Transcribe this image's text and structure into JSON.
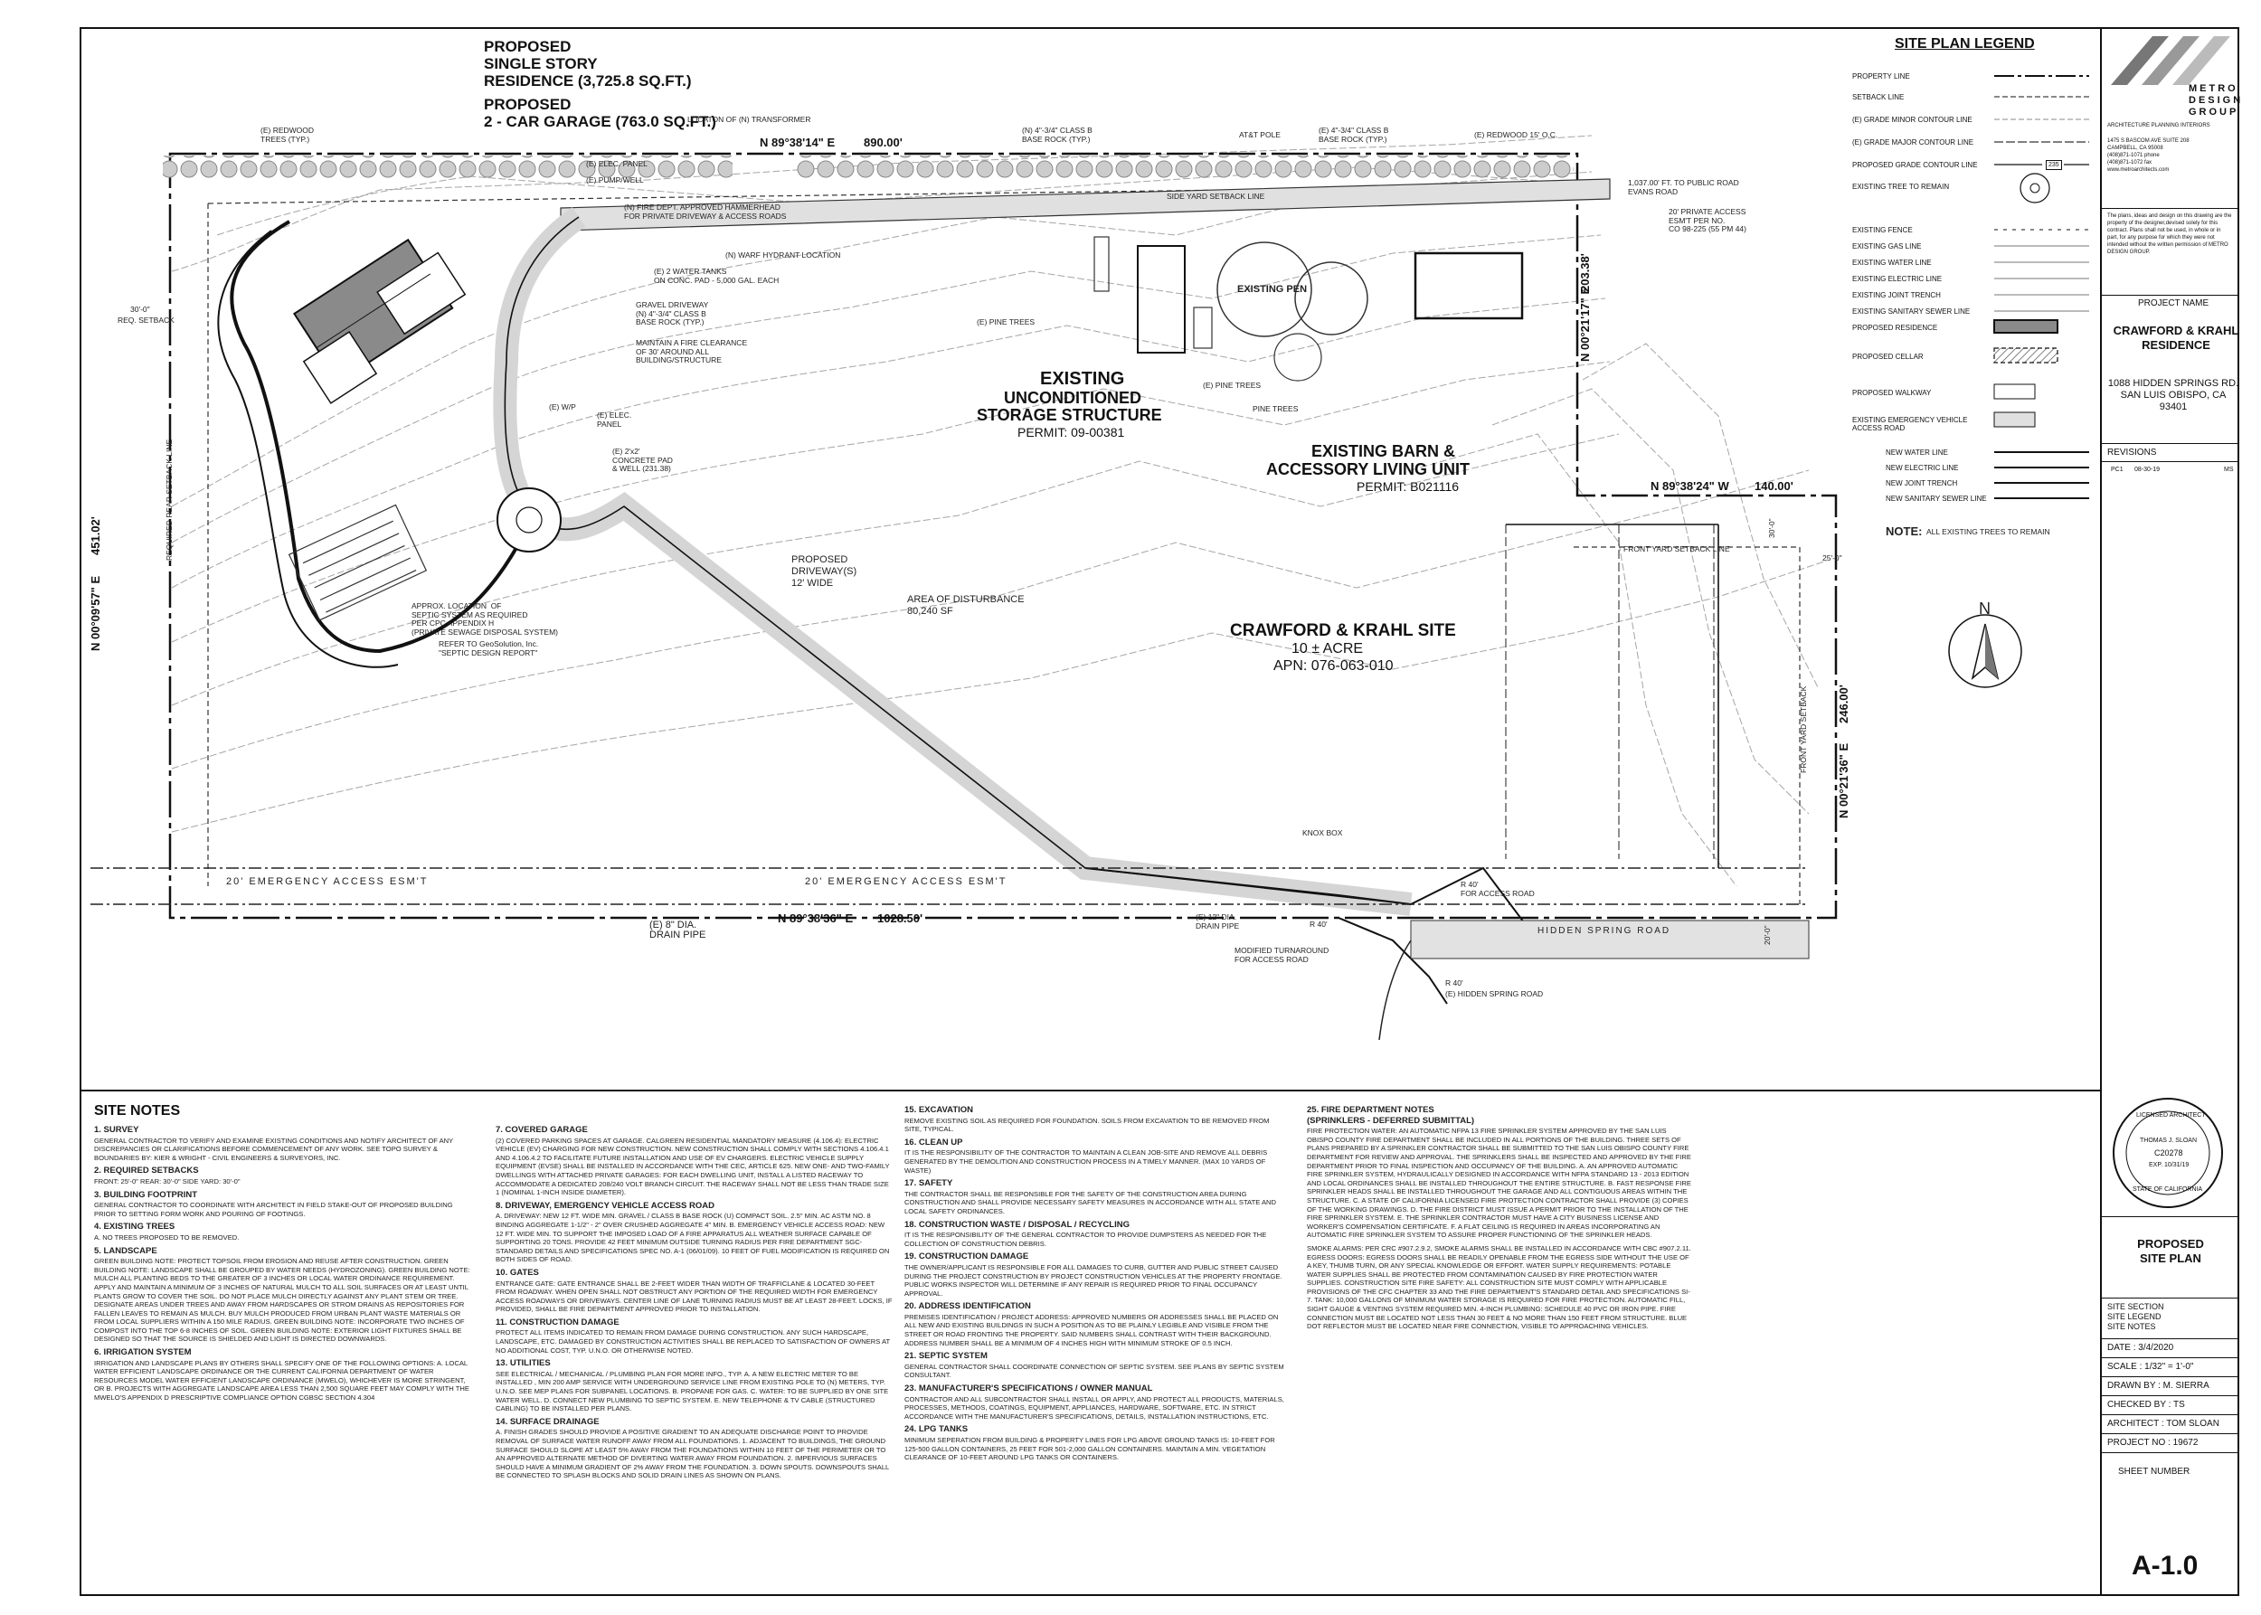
{
  "titles": {
    "residence_l1": "PROPOSED",
    "residence_l2": "SINGLE STORY",
    "residence_l3": "RESIDENCE (3,725.8 SQ.FT.)",
    "garage_l1": "PROPOSED",
    "garage_l2": "2 - CAR GARAGE (763.0 SQ.FT.)",
    "storage_l1": "EXISTING",
    "storage_l2": "UNCONDITIONED",
    "storage_l3": "STORAGE STRUCTURE",
    "storage_permit": "PERMIT: 09-00381",
    "barn_l1": "EXISTING BARN &",
    "barn_l2": "ACCESSORY LIVING UNIT",
    "barn_permit": "PERMIT: B021116",
    "site_name": "CRAWFORD & KRAHL SITE",
    "site_acre": "10 ± ACRE",
    "site_apn": "APN: 076-063-010",
    "existing_pen": "EXISTING PEN"
  },
  "dimensions": {
    "north_top": "N 89°38'14\" E",
    "north_top_len": "890.00'",
    "east_upper": "N 00°21'17\" E",
    "east_upper_len": "203.38'",
    "step": "N 89°38'24\" W",
    "step_len": "140.00'",
    "east_lower": "N 00°21'36\" E",
    "east_lower_len": "246.00'",
    "south": "N 89°38'36\" E",
    "south_len": "1028.50'",
    "west": "N 00°09'57\" E",
    "west_len": "451.02'"
  },
  "annotations": {
    "redwood_trees": "(E) REDWOOD\nTREES (TYP.)",
    "transformer": "LOCATON OF (N) TRANSFORMER",
    "elec_panel": "(E) ELEC. PANEL",
    "pump_well": "(E) PUMP/WELL",
    "class_b_rock": "(N) 4\"-3/4\" CLASS B\nBASE ROCK (TYP.)",
    "att_pole": "AT&T POLE",
    "e_class_b_rock": "(E) 4\"-3/4\" CLASS B\nBASE ROCK (TYP.)",
    "redwood_oc": "(E) REDWOOD 15' O.C.",
    "side_yard_setback": "SIDE YARD SETBACK LINE",
    "private_access": "20' PRIVATE ACCESS\nESM'T PER NO.\nCO 98-225 (55 PM 44)",
    "evans_road": "1,037.00' FT. TO PUBLIC ROAD\nEVANS ROAD",
    "hammerhead": "(N) FIRE DEPT. APPROVED HAMMERHEAD\nFOR PRIVATE DRIVEWAY & ACCESS ROADS",
    "hydrant": "(N) WARF HYDRANT LOCATION",
    "water_tanks": "(E) 2 WATER TANKS\nON CONC. PAD - 5,000 GAL. EACH",
    "gravel_driveway": "GRAVEL DRIVEWAY\n(N) 4\"-3/4\" CLASS B\nBASE ROCK (TYP.)",
    "fire_clearance": "MAINTAIN A FIRE CLEARANCE\nOF 30' AROUND ALL\nBUILDING/STRUCTURE",
    "pine_trees": "(E) PINE TREES",
    "pine_trees2": "(E) PINE TREES",
    "pine_trees3": "PINE TREES",
    "wp": "(E) W/P",
    "elec_panel2": "(E) ELEC.\nPANEL",
    "conc_pad": "(E) 2'x2'\nCONCRETE PAD\n& WELL (231.38)",
    "rear_setback": "REQUIRED REAR SETBACK LINE",
    "req_setback": "REQ. SETBACK",
    "thirty_ft": "30'-0\"",
    "septic": "APPROX. LOCATION  OF\nSEPTIC SYSTEM AS REQUIRED\nPER CPC APPENDIX H\n(PRIVATE SEWAGE DISPOSAL SYSTEM)",
    "septic_ref": "REFER TO GeoSolution, Inc.\n\"SEPTIC DESIGN REPORT\"",
    "proposed_driveway": "PROPOSED\nDRIVEWAY(S)\n12' WIDE",
    "disturbance": "AREA OF DISTURBANCE\n80,240 SF",
    "front_yard_setback": "FRONT YARD SETBACK LINE",
    "front_yard_setback_v": "FRONT YARD SETBACK",
    "twentyfive_ft": "25'-0\"",
    "thirty_ft2": "30'-0\"",
    "knox_box": "KNOX BOX",
    "emergency_esmt": "20' EMERGENCY ACCESS ESM'T",
    "emergency_esmt2": "20' EMERGENCY ACCESS ESM'T",
    "r40_access": "R 40'\nFOR ACCESS ROAD",
    "hidden_spring": "HIDDEN SPRING ROAD",
    "drain_pipe": "(E) 8\" DIA.\nDRAIN PIPE",
    "drain_pipe2": "(E) 12\" DIA.\nDRAIN PIPE",
    "turnaround": "MODIFIED TURNAROUND\nFOR ACCESS ROAD",
    "r40": "R 40'",
    "r40b": "R 40'",
    "e_hidden_spring": "(E) HIDDEN SPRING ROAD",
    "front_yard_vert": "FRONT YARD SETBACK",
    "twenty_ft": "20'-0\"",
    "note_label": "NOTE:",
    "note_text": "ALL EXISTING TREES TO REMAIN",
    "north": "N"
  },
  "legend": {
    "title": "SITE PLAN LEGEND",
    "items": [
      "PROPERTY LINE",
      "SETBACK LINE",
      "(E) GRADE MINOR CONTOUR LINE",
      "(E) GRADE MAJOR CONTOUR LINE",
      "PROPOSED GRADE CONTOUR LINE",
      "EXISTING TREE TO REMAIN",
      "EXISTING FENCE",
      "EXISTING GAS LINE",
      "EXISTING WATER LINE",
      "EXISTING ELECTRIC LINE",
      "EXISTING JOINT TRENCH",
      "EXISTING SANITARY SEWER LINE",
      "PROPOSED RESIDENCE",
      "PROPOSED CELLAR",
      "PROPOSED WALKWAY",
      "EXISTING EMERGENCY VEHICLE\nACCESS ROAD"
    ],
    "new_items": [
      "NEW WATER LINE",
      "NEW ELECTRIC LINE",
      "NEW JOINT TRENCH",
      "NEW SANITARY SEWER LINE"
    ],
    "contour_tag": "235"
  },
  "title_block": {
    "company_l1": "METRO",
    "company_l2": "DESIGN",
    "company_l3": "GROUP",
    "tagline": "ARCHITECTURE  PLANNING  INTERIORS",
    "address": "1475 S BASCOM AVE SUITE 208\nCAMPBELL, CA 95008\n(408)871-1071 phone\n(408)871-1072 fax\nwww.metroarchitects.com",
    "disclaimer": "The plans, ideas and design on this drawing are the property of the designer,devised solely for this contract. Plans shall not be used, in whole or in part, for any purpose for which they were not intended without the written permission of METRO DESIGN GROUP.",
    "project_name_label": "PROJECT NAME",
    "project_name": "CRAWFORD & KRAHL\nRESIDENCE",
    "project_address": "1088 HIDDEN SPRINGS RD.\nSAN LUIS OBISPO, CA\n93401",
    "revisions_label": "REVISIONS",
    "rev1_no": "PC1",
    "rev1_date": "08-30-19",
    "rev1_by": "MS",
    "stamp_top": "LICENSED ARCHITECT",
    "stamp_name": "THOMAS J. SLOAN",
    "stamp_no": "C20278",
    "stamp_exp": "EXP. 10/31/19",
    "stamp_bottom": "STATE OF CALIFORNIA",
    "sheet_title": "PROPOSED\nSITE PLAN",
    "sheet_contents": "SITE SECTION\nSITE LEGEND\nSITE NOTES",
    "date": "DATE  :  3/4/2020",
    "scale": "SCALE  :  1/32\" = 1'-0\"",
    "drawn_by": "DRAWN BY :   M. SIERRA",
    "checked_by": "CHECKED BY :   TS",
    "architect": "ARCHITECT :  TOM SLOAN",
    "project_no": "PROJECT NO :  19672",
    "sheet_number_label": "SHEET NUMBER",
    "sheet_number": "A-1.0"
  },
  "notes": {
    "title": "SITE NOTES",
    "n1_h": "1.  SURVEY",
    "n1": "GENERAL CONTRACTOR TO VERIFY AND EXAMINE EXISTING CONDITIONS AND NOTIFY ARCHITECT OF ANY DISCREPANCIES OR CLARIFICATIONS BEFORE COMMENCEMENT OF ANY WORK. SEE TOPO SURVEY & BOUNDARIES BY: KIER & WRIGHT - CIVIL ENGINEERS & SURVEYORS, INC.",
    "n2_h": "2.  REQUIRED SETBACKS",
    "n2": "FRONT: 25'-0\"   REAR: 30'-0\"   SIDE YARD: 30'-0\"",
    "n3_h": "3.  BUILDING FOOTPRINT",
    "n3": "GENERAL CONTRACTOR TO COORDINATE WITH ARCHITECT IN FIELD STAKE-OUT OF PROPOSED BUILDING PRIOR TO SETTING FORM WORK AND POURING OF FOOTINGS.",
    "n4_h": "4.  EXISTING TREES",
    "n4": "A. NO TREES PROPOSED TO BE REMOVED.",
    "n5_h": "5.  LANDSCAPE",
    "n5": "GREEN BUILDING NOTE: PROTECT TOPSOIL FROM EROSION AND REUSE AFTER CONSTRUCTION. GREEN BUILDING NOTE: LANDSCAPE SHALL BE GROUPED BY WATER NEEDS (HYDROZONING). GREEN BUILDING NOTE: MULCH ALL PLANTING BEDS TO THE GREATER OF 3 INCHES OR LOCAL WATER ORDINANCE REQUIREMENT. APPLY AND MAINTAIN A MINIMUM OF 3 INCHES OF NATURAL MULCH TO ALL SOIL SURFACES OR AT LEAST UNTIL PLANTS GROW TO COVER THE SOIL. DO NOT PLACE MULCH DIRECTLY AGAINST ANY PLANT STEM OR TREE. DESIGNATE AREAS UNDER TREES AND AWAY FROM HARDSCAPES OR STROM DRAINS AS REPOSITORIES FOR FALLEN LEAVES TO REMAIN AS MULCH. BUY MULCH PRODUCED FROM URBAN PLANT WASTE MATERIALS OR FROM LOCAL SUPPLIERS WITHIN A 150 MILE RADIUS. GREEN BUILDING NOTE: INCORPORATE TWO INCHES OF COMPOST INTO THE TOP 6-8 INCHES OF SOIL. GREEN BUILDING NOTE: EXTERIOR LIGHT FIXTURES SHALL BE DESIGNED SO THAT THE SOURCE IS SHIELDED AND LIGHT IS DIRECTED DOWNWARDS.",
    "n6_h": "6.  IRRIGATION SYSTEM",
    "n6": "IRRIGATION AND LANDSCAPE PLANS BY OTHERS SHALL SPECIFY ONE OF THE FOLLOWING OPTIONS: A. LOCAL WATER EFFICIENT LANDSCAPE ORDINANCE OR THE CURRENT CALIFORNIA DEPARTMENT OF WATER RESOURCES MODEL WATER EFFICIENT LANDSCAPE ORDINANCE (MWELO), WHICHEVER IS MORE STRINGENT, OR B. PROJECTS WITH AGGREGATE LANDSCAPE AREA LESS THAN 2,500 SQUARE FEET MAY COMPLY WITH THE MWELO'S APPENDIX D PRESCRIPTIVE COMPLIANCE OPTION  CGBSC SECTION 4.304",
    "n7_h": "7.  COVERED GARAGE",
    "n7": "(2) COVERED PARKING SPACES AT GARAGE. CALGREEN RESIDENTIAL MANDATORY MEASURE (4.106.4): ELECTRIC VEHICLE (EV) CHARGING FOR NEW CONSTRUCTION. NEW CONSTRUCTION SHALL COMPLY WITH SECTIONS 4.106.4.1 AND 4.106.4.2 TO FACILITATE FUTURE INSTALLATION AND USE OF EV CHARGERS. ELECTRIC VEHICLE SUPPLY EQUIPMENT (EVSE) SHALL BE INSTALLED IN ACCORDANCE WITH THE CEC, ARTICLE 625. NEW ONE- AND TWO-FAMILY DWELLINGS WITH ATTACHED PRIVATE GARAGES: FOR EACH DWELLING UNIT, INSTALL A LISTED RACEWAY TO ACCOMMODATE A DEDICATED 208/240 VOLT BRANCH CIRCUIT. THE RACEWAY SHALL NOT BE LESS THAN TRADE SIZE 1 (NOMINAL 1-INCH INSIDE DIAMETER).",
    "n8_h": "8.  DRIVEWAY, EMERGENCY VEHICLE ACCESS ROAD",
    "n8": "A. DRIVEWAY: NEW 12 FT. WIDE MIN. GRAVEL / CLASS B BASE ROCK (U) COMPACT SOIL. 2.5\" MIN. AC ASTM NO. 8 BINDING AGGREGATE 1-1/2\" - 2\" OVER CRUSHED AGGREGATE 4\" MIN. B. EMERGENCY VEHICLE ACCESS ROAD: NEW 12 FT. WIDE MIN. TO SUPPORT THE IMPOSED LOAD OF A FIRE APPARATUS ALL WEATHER SURFACE CAPABLE OF SUPPORTING 20 TONS. PROVIDE 42 FEET MINIMUM OUTSIDE TURNING RADIUS PER FIRE DEPARTMENT SGC-STANDARD DETAILS AND SPECIFICATIONS SPEC NO. A-1 (06/01/09). 10 FEET OF FUEL MODIFICATION IS REQUIRED ON BOTH SIDES OF ROAD.",
    "n10_h": "10.  GATES",
    "n10": "ENTRANCE GATE: GATE ENTRANCE SHALL BE 2-FEET WIDER THAN WIDTH OF TRAFFICLANE & LOCATED 30-FEET FROM ROADWAY. WHEN OPEN SHALL NOT OBSTRUCT ANY PORTION OF THE REQUIRED WIDTH FOR EMERGENCY ACCESS ROADWAYS OR DRIVEWAYS. CENTER LINE OF LANE TURNING RADIUS MUST BE AT LEAST 28-FEET. LOCKS, IF PROVIDED, SHALL BE FIRE DEPARTMENT APPROVED PRIOR TO INSTALLATION.",
    "n11_h": "11.  CONSTRUCTION DAMAGE",
    "n11": "PROTECT ALL ITEMS INDICATED TO REMAIN FROM DAMAGE DURING CONSTRUCTION. ANY SUCH HARDSCAPE, LANDSCAPE, ETC. DAMAGED BY CONSTRUCTION ACTIVITIES SHALL BE REPLACED TO SATISFACTION OF OWNERS AT NO ADDITIONAL COST, TYP. U.N.O. OR OTHERWISE NOTED.",
    "n13_h": "13.  UTILITIES",
    "n13": "SEE ELECTRICAL / MECHANICAL / PLUMBING PLAN FOR MORE INFO., TYP. A. A NEW ELECTRIC METER TO BE INSTALLED , MIN 200 AMP SERVICE WITH UNDERGROUND SERVICE LINE FROM EXISTING POLE TO (N) METERS, TYP. U.N.O. SEE MEP PLANS FOR SUBPANEL LOCATIONS. B. PROPANE FOR GAS. C. WATER: TO BE SUPPLIED BY ONE SITE WATER WELL. D. CONNECT NEW PLUMBING TO SEPTIC SYSTEM. E. NEW TELEPHONE & TV CABLE (STRUCTURED CABLING) TO BE INSTALLED PER PLANS.",
    "n14_h": "14.  SURFACE DRAINAGE",
    "n14": "A. FINISH GRADES SHOULD PROVIDE A POSITIVE GRADIENT TO AN ADEQUATE DISCHARGE POINT TO PROVIDE REMOVAL OF SURFACE WATER RUNOFF AWAY FROM ALL FOUNDATIONS. 1. ADJACENT TO BUILDINGS, THE GROUND SURFACE SHOULD SLOPE AT LEAST 5% AWAY FROM THE FOUNDATIONS WITHIN 10 FEET OF THE PERIMETER OR TO AN APPROVED ALTERNATE METHOD OF DIVERTING WATER AWAY FROM FOUNDATION. 2. IMPERVIOUS SURFACES SHOULD HAVE A MINIMUM GRADIENT OF 2% AWAY FROM THE FOUNDATION. 3. DOWN SPOUTS. DOWNSPOUTS SHALL BE CONNECTED TO SPLASH BLOCKS AND SOLID DRAIN LINES AS SHOWN ON PLANS.",
    "n15_h": "15.  EXCAVATION",
    "n15": "REMOVE EXISTING SOIL AS REQUIRED FOR FOUNDATION.  SOILS FROM EXCAVATION TO BE REMOVED FROM SITE, TYPICAL.",
    "n16_h": "16.  CLEAN UP",
    "n16": "IT IS THE RESPONSIBILITY OF THE CONTRACTOR TO MAINTAIN A CLEAN JOB-SITE AND REMOVE ALL DEBRIS GENERATED BY THE DEMOLITION AND CONSTRUCTION PROCESS IN A TIMELY MANNER. (MAX 10 YARDS OF WASTE)",
    "n17_h": "17.  SAFETY",
    "n17": "THE CONTRACTOR SHALL BE RESPONSIBLE FOR THE SAFETY OF THE CONSTRUCTION AREA DURING CONSTRUCTION AND SHALL PROVIDE NECESSARY SAFETY MEASURES IN ACCORDANCE WITH ALL STATE AND LOCAL SAFETY ORDINANCES.",
    "n18_h": "18.  CONSTRUCTION WASTE / DISPOSAL / RECYCLING",
    "n18": "IT IS THE RESPONSIBILITY OF THE GENERAL CONTRACTOR TO PROVIDE DUMPSTERS AS NEEDED FOR THE COLLECTION OF CONSTRUCTION DEBRIS.",
    "n19_h": "19.  CONSTRUCTION DAMAGE",
    "n19": "THE OWNER/APPLICANT IS RESPONSIBLE FOR ALL DAMAGES TO CURB, GUTTER AND PUBLIC STREET CAUSED DURING THE PROJECT CONSTRUCTION BY PROJECT CONSTRUCTION VEHICLES AT THE PROPERTY FRONTAGE. PUBLIC WORKS INSPECTOR WILL DETERMINE IF ANY REPAIR IS REQUIRED PRIOR TO FINAL OCCUPANCY APPROVAL.",
    "n20_h": "20.  ADDRESS IDENTIFICATION",
    "n20": "PREMISES IDENTIFICATION / PROJECT ADDRESS: APPROVED NUMBERS OR ADDRESSES SHALL BE PLACED ON ALL NEW AND EXISTING BUILDINGS IN SUCH A POSITION AS TO BE PLAINLY LEGIBLE AND VISIBLE FROM THE STREET OR ROAD FRONTING THE PROPERTY. SAID NUMBERS SHALL CONTRAST WITH THEIR BACKGROUND. ADDRESS NUMBER SHALL BE A MINIMUM OF 4 INCHES HIGH WITH MINIMUM STROKE OF 0.5 INCH.",
    "n21_h": "21.  SEPTIC SYSTEM",
    "n21": "GENERAL CONTRACTOR SHALL COORDINATE CONNECTION OF SEPTIC SYSTEM. SEE PLANS BY SEPTIC SYSTEM CONSULTANT.",
    "n23_h": "23.  MANUFACTURER'S SPECIFICATIONS / OWNER MANUAL",
    "n23": "CONTRACTOR AND ALL SUBCONTRACTOR SHALL INSTALL OR APPLY, AND PROTECT ALL PRODUCTS, MATERIALS, PROCESSES, METHODS, COATINGS, EQUIPMENT, APPLIANCES, HARDWARE, SOFTWARE, ETC. IN STRICT ACCORDANCE WITH THE MANUFACTURER'S SPECIFICATIONS, DETAILS, INSTALLATION INSTRUCTIONS, ETC.",
    "n24_h": "24.  LPG TANKS",
    "n24": "MINIMUM SEPERATION FROM BUILDING & PROPERTY LINES FOR LPG ABOVE GROUND TANKS IS: 10-FEET FOR 125-500 GALLON CONTAINERS, 25 FEET FOR 501-2,000 GALLON CONTAINERS. MAINTAIN A MIN. VEGETATION CLEARANCE OF 10-FEET AROUND LPG TANKS OR CONTAINERS.",
    "n25_h": "25.  FIRE DEPARTMENT NOTES",
    "n25_sub": "(SPRINKLERS - DEFERRED SUBMITTAL)",
    "n25": "FIRE PROTECTION WATER: AN AUTOMATIC NFPA 13 FIRE SPRINKLER SYSTEM APPROVED BY THE SAN LUIS OBISPO COUNTY FIRE DEPARTMENT SHALL BE INCLUDED IN ALL PORTIONS OF THE BUILDING. THREE SETS OF PLANS PREPARED BY A SPRINKLER CONTRACTOR SHALL BE SUBMITTED TO THE SAN LUIS OBISPO COUNTY FIRE DEPARTMENT FOR REVIEW AND APPROVAL. THE SPRINKLERS SHALL BE INSPECTED AND APPROVED BY THE FIRE DEPARTMENT PRIOR TO FINAL INSPECTION AND OCCUPANCY OF THE BUILDING. A. AN APPROVED AUTOMATIC FIRE SPRINKLER SYSTEM, HYDRAULICALLY DESIGNED IN ACCORDANCE WITH NFPA STANDARD 13 - 2013 EDITION AND LOCAL ORDINANCES SHALL BE INSTALLED THROUGHOUT THE ENTIRE STRUCTURE. B. FAST RESPONSE FIRE SPRINKLER HEADS SHALL BE INSTALLED THROUGHOUT THE GARAGE AND ALL CONTIGUOUS AREAS WITHIN THE STRUCTURE. C. A STATE OF CALIFORNIA LICENSED FIRE PROTECTION CONTRACTOR SHALL PROVIDE (3) COPIES OF THE WORKING DRAWINGS. D. THE FIRE DISTRICT MUST ISSUE A PERMIT PRIOR TO THE INSTALLATION OF THE FIRE SPRINKLER SYSTEM. E. THE SPRINKLER CONTRACTOR MUST HAVE A CITY BUSINESS LICENSE AND WORKER'S COMPENSATION CERTIFICATE. F. A FLAT CEILING IS REQUIRED IN AREAS INCORPORATING AN AUTOMATIC FIRE SPRINKLER SYSTEM TO ASSURE PROPER FUNCTIONING OF THE SPRINKLER HEADS.",
    "n25b": "SMOKE ALARMS: PER CRC #907.2.9.2, SMOKE ALARMS SHALL BE INSTALLED IN ACCORDANCE WITH CBC #907.2.11. EGRESS DOORS: EGRESS DOORS SHALL BE READILY OPENABLE FROM THE EGRESS SIDE WITHOUT THE USE OF A KEY, THUMB TURN, OR ANY SPECIAL KNOWLEDGE OR EFFORT. WATER SUPPLY REQUIREMENTS: POTABLE WATER SUPPLIES SHALL BE PROTECTED FROM CONTAMINATION CAUSED BY FIRE PROTECTION WATER SUPPLIES. CONSTRUCTION SITE FIRE SAFETY: ALL CONSTRUCTION SITE MUST COMPLY WITH APPLICABLE PROVISIONS OF THE CFC CHAPTER 33 AND THE FIRE DEPARTMENT'S STANDARD DETAIL AND SPECIFICATIONS SI-7. TANK: 10,000 GALLONS OF MINIMUM WATER STORAGE IS REQUIRED FOR FIRE PROTECTION. AUTOMATIC FILL, SIGHT GAUGE & VENTING SYSTEM REQUIRED MIN. 4-INCH PLUMBING: SCHEDULE 40 PVC OR IRON PIPE. FIRE CONNECTION MUST BE LOCATED NOT LESS THAN 30 FEET & NO MORE THAN 150 FEET FROM STRUCTURE. BLUE DOT REFLECTOR MUST BE LOCATED NEAR FIRE CONNECTION, VISIBLE TO APPROACHING VEHICLES."
  },
  "colors": {
    "line": "#111111",
    "contour": "#9a9a9a",
    "driveway_fill": "#d9d9d9",
    "building_fill": "#8a8a8a"
  }
}
